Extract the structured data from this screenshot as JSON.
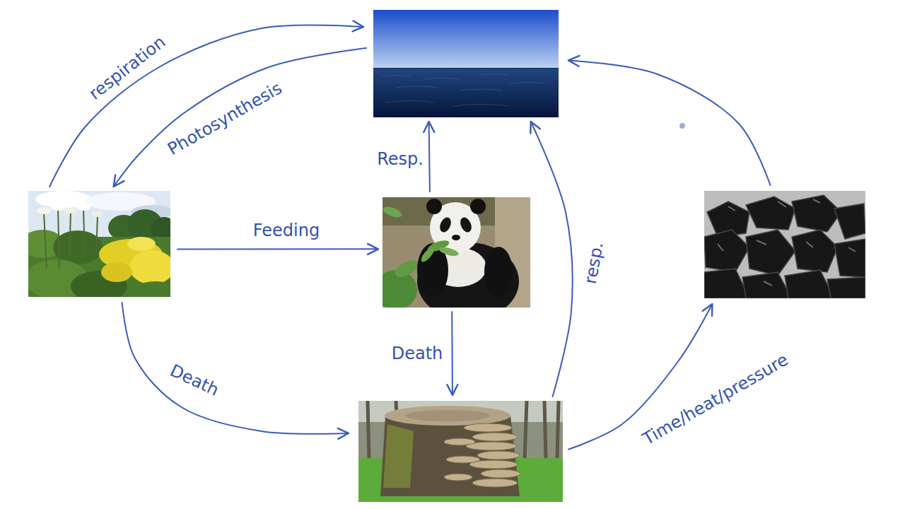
{
  "diagram": {
    "nodes": [
      {
        "text": []
      },
      {
        "text": []
      },
      {
        "text": []
      },
      {
        "text": []
      },
      {
        "text": []
      }
    ],
    "edges": [
      {
        "from": 1,
        "to": 0,
        "label": "respiration",
        "arrow": "to"
      },
      {
        "from": 0,
        "to": 1,
        "label": "Photosynthesis",
        "arrow": "to"
      },
      {
        "from": 1,
        "to": 2,
        "label": "Feeding",
        "arrow": "to"
      },
      {
        "from": 2,
        "to": 0,
        "label": "Resp.",
        "arrow": "to"
      },
      {
        "from": 4,
        "to": 0,
        "label": "resp.",
        "arrow": "to"
      },
      {
        "from": 1,
        "to": 4,
        "label": "Death",
        "arrow": "to"
      },
      {
        "from": 2,
        "to": 4,
        "label": "Death",
        "arrow": "to"
      },
      {
        "from": 4,
        "to": 3,
        "label": "Time/heat/pressure",
        "arrow": "to"
      },
      {
        "from": 3,
        "to": 0,
        "arrow": "to"
      }
    ]
  }
}
